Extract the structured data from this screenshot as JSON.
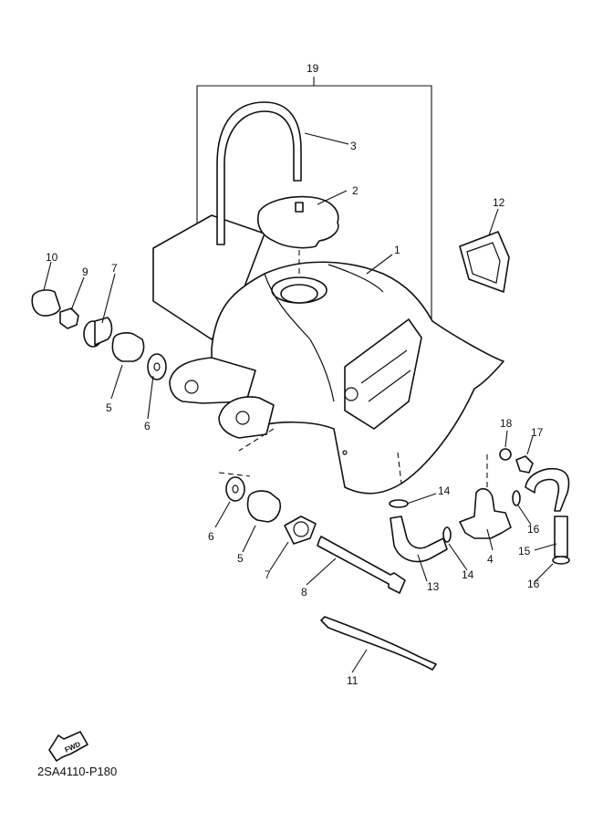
{
  "callouts": {
    "c19": "19",
    "c3": "3",
    "c2": "2",
    "c1": "1",
    "c12": "12",
    "c10": "10",
    "c9": "9",
    "c7a": "7",
    "c5a": "5",
    "c6a": "6",
    "c6b": "6",
    "c5b": "5",
    "c7b": "7",
    "c8": "8",
    "c18": "18",
    "c17": "17",
    "c14a": "14",
    "c16a": "16",
    "c4": "4",
    "c14b": "14",
    "c15": "15",
    "c16b": "16",
    "c13": "13",
    "c11": "11"
  },
  "fwd_label": "FWD",
  "catalog_code": "2SA4110-P180"
}
